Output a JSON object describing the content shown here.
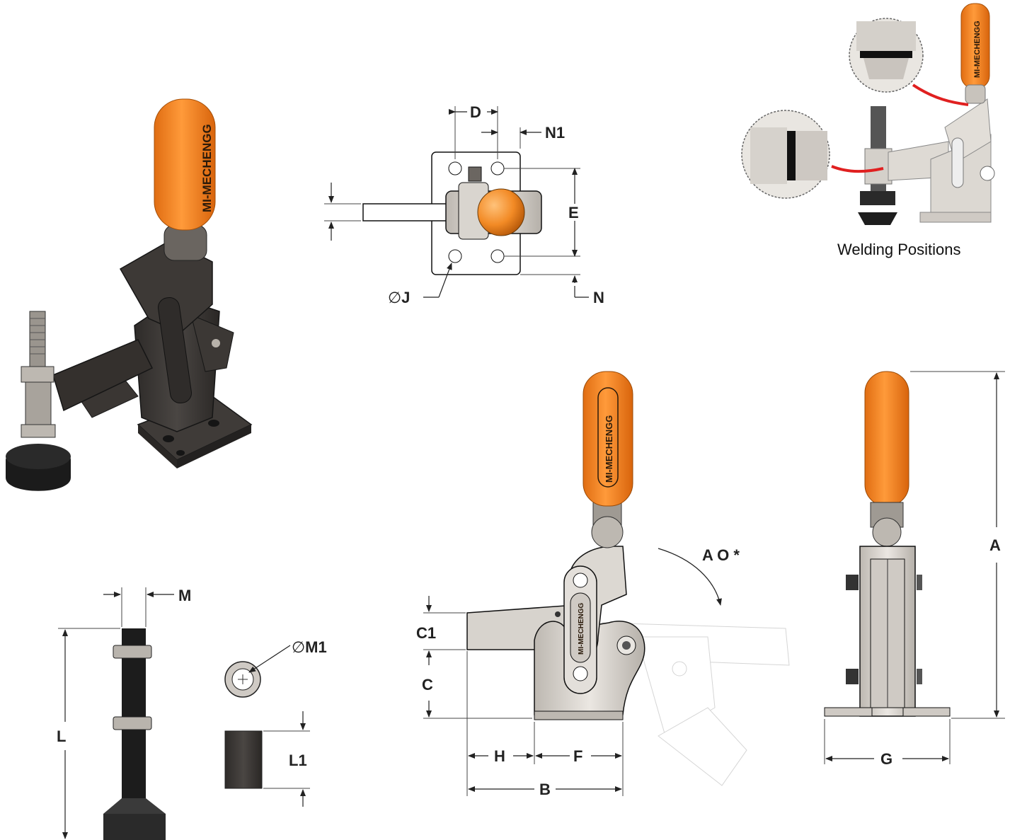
{
  "brand_text": "MI-MECHENGG",
  "welding_caption": "Welding Positions",
  "labels": {
    "D": "D",
    "N1": "N1",
    "E": "E",
    "J": "J",
    "N": "N",
    "M": "M",
    "M1": "M1",
    "L": "L",
    "L1": "L1",
    "A": "A",
    "AO": "A O *",
    "C1": "C1",
    "C": "C",
    "H": "H",
    "F": "F",
    "B": "B",
    "G": "G"
  },
  "colors": {
    "handle_orange": "#f08a2a",
    "body_steel": "#d9d5cf",
    "dark_body": "#3b3835",
    "rubber": "#1e1e1e",
    "weld_red": "#e02020"
  }
}
